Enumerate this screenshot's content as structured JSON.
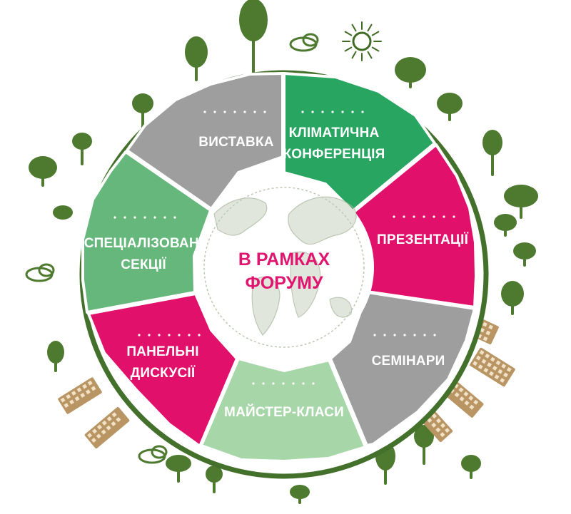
{
  "center": {
    "lines": [
      "В РАМКАХ",
      "ФОРУМУ"
    ]
  },
  "segments": [
    {
      "id": "exhibition",
      "lines": [
        "ВИСТАВКА"
      ],
      "color": "#9e9e9e"
    },
    {
      "id": "climate-conference",
      "lines": [
        "КЛІМАТИЧНА",
        "КОНФЕРЕНЦІЯ"
      ],
      "color": "#27a561"
    },
    {
      "id": "presentations",
      "lines": [
        "ПРЕЗЕНТАЦІЇ"
      ],
      "color": "#e0106b"
    },
    {
      "id": "seminars",
      "lines": [
        "СЕМІНАРИ"
      ],
      "color": "#9e9e9e"
    },
    {
      "id": "master-classes",
      "lines": [
        "МАЙСТЕР-КЛАСИ"
      ],
      "color": "#a7d6a8"
    },
    {
      "id": "panel-discussions",
      "lines": [
        "ПАНЕЛЬНІ",
        "ДИСКУСІЇ"
      ],
      "color": "#e0106b"
    },
    {
      "id": "specialized-sections",
      "lines": [
        "СПЕЦІАЛІЗОВАНІ",
        "СЕКЦІЇ"
      ],
      "color": "#66b77b"
    }
  ],
  "colors": {
    "ring": "#43702a",
    "tree": "#4e7a30",
    "building": "#b99563",
    "building_window": "#f1e2c7",
    "center_text": "#e0156f",
    "globe_sketch": "#a6b59a"
  },
  "icons": [
    "tree-icon",
    "sun-icon",
    "building-icon",
    "cloud-icon",
    "globe-icon"
  ]
}
